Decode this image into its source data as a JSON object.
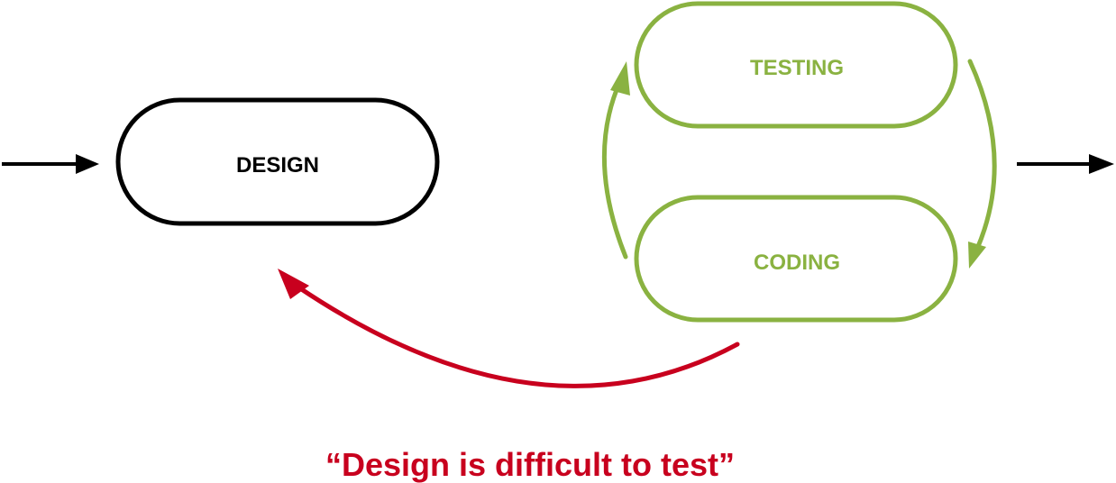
{
  "nodes": {
    "design": {
      "label": "DESIGN"
    },
    "testing": {
      "label": "TESTING"
    },
    "coding": {
      "label": "CODING"
    }
  },
  "caption": {
    "text": "“Design is difficult to test”"
  },
  "colors": {
    "primary": "#000000",
    "cycle": "#8ab241",
    "feedback": "#c8001e"
  }
}
